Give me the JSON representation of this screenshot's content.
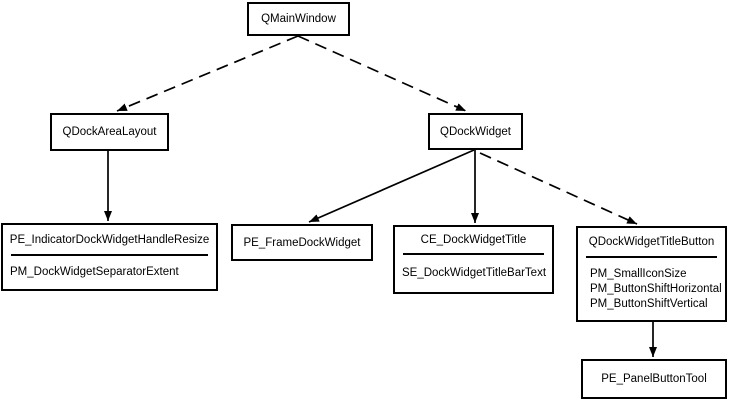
{
  "diagram": {
    "type": "class-relationship-diagram",
    "colors": {
      "background": "#ffffff",
      "line": "#000000",
      "box_border": "#000000",
      "text": "#000000"
    },
    "nodes": [
      {
        "title": "QMainWindow",
        "fields": []
      },
      {
        "title": "QDockAreaLayout",
        "fields": []
      },
      {
        "title": "QDockWidget",
        "fields": []
      },
      {
        "title": "PE_IndicatorDockWidgetHandleResize",
        "fields": [
          "PM_DockWidgetSeparatorExtent"
        ]
      },
      {
        "title": "PE_FrameDockWidget",
        "fields": []
      },
      {
        "title": "CE_DockWidgetTitle",
        "fields": [
          "SE_DockWidgetTitleBarText"
        ]
      },
      {
        "title": "QDockWidgetTitleButton",
        "fields": [
          "PM_SmallIconSize",
          "PM_ButtonShiftHorizontal",
          "PM_ButtonShiftVertical"
        ]
      },
      {
        "title": "PE_PanelButtonTool",
        "fields": []
      }
    ],
    "edges": [
      {
        "from": "QMainWindow",
        "to": "QDockAreaLayout",
        "style": "dashed"
      },
      {
        "from": "QMainWindow",
        "to": "QDockWidget",
        "style": "dashed"
      },
      {
        "from": "QDockAreaLayout",
        "to": "PE_IndicatorDockWidgetHandleResize",
        "style": "solid"
      },
      {
        "from": "QDockWidget",
        "to": "PE_FrameDockWidget",
        "style": "solid"
      },
      {
        "from": "QDockWidget",
        "to": "CE_DockWidgetTitle",
        "style": "solid"
      },
      {
        "from": "QDockWidget",
        "to": "QDockWidgetTitleButton",
        "style": "dashed"
      },
      {
        "from": "QDockWidgetTitleButton",
        "to": "PE_PanelButtonTool",
        "style": "solid"
      }
    ]
  }
}
